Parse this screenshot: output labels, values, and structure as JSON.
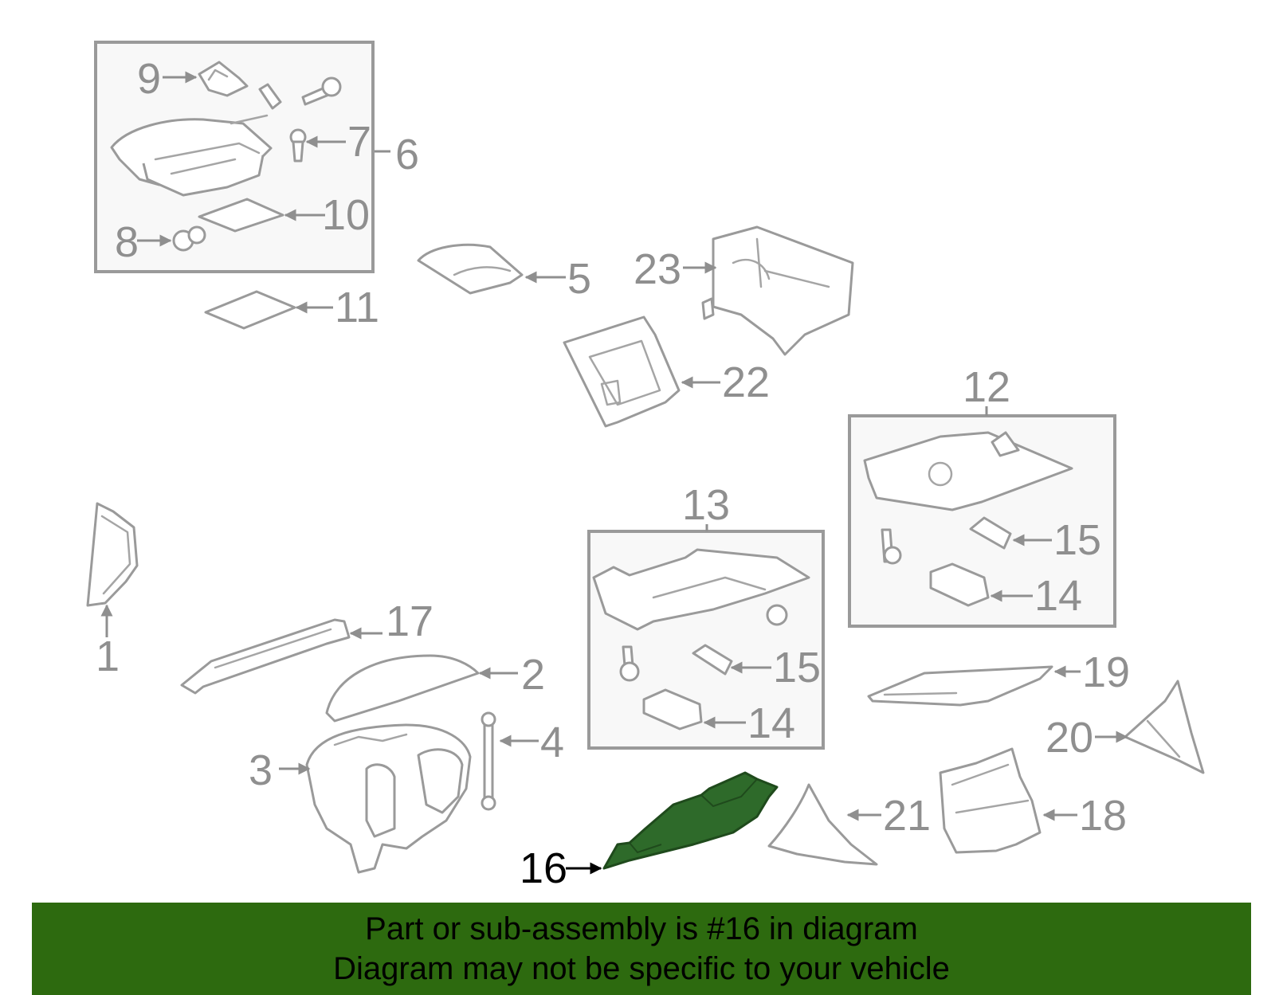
{
  "diagram": {
    "highlight_color": "#2e6a2a",
    "highlighted_part": "16",
    "callouts": {
      "c1": "1",
      "c2": "2",
      "c3": "3",
      "c4": "4",
      "c5": "5",
      "c6": "6",
      "c7": "7",
      "c8": "8",
      "c9": "9",
      "c10": "10",
      "c11": "11",
      "c12": "12",
      "c13": "13",
      "c14a": "14",
      "c14b": "14",
      "c15a": "15",
      "c15b": "15",
      "c16": "16",
      "c17": "17",
      "c18": "18",
      "c19": "19",
      "c20": "20",
      "c21": "21",
      "c22": "22",
      "c23": "23"
    }
  },
  "banner": {
    "background": "#2d6a0f",
    "line1": "Part or sub-assembly is #16 in diagram",
    "line2": "Diagram may not be specific to your vehicle"
  }
}
